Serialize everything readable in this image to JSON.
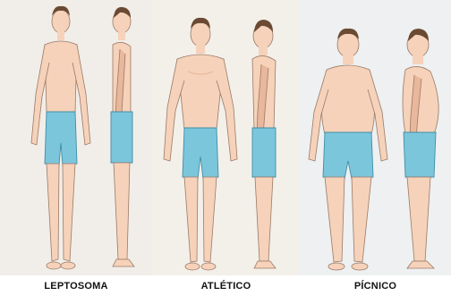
{
  "panels": [
    {
      "caption": "LEPTOSOMA"
    },
    {
      "caption": "ATLÉTICO"
    },
    {
      "caption": "PÍCNICO"
    }
  ],
  "colors": {
    "skin": "#f6d2ba",
    "skin_shade": "#e8b79c",
    "outline": "#9a7a66",
    "hair": "#6b4a33",
    "shorts": "#7cc6dc",
    "shorts_outline": "#3f8ea6"
  }
}
